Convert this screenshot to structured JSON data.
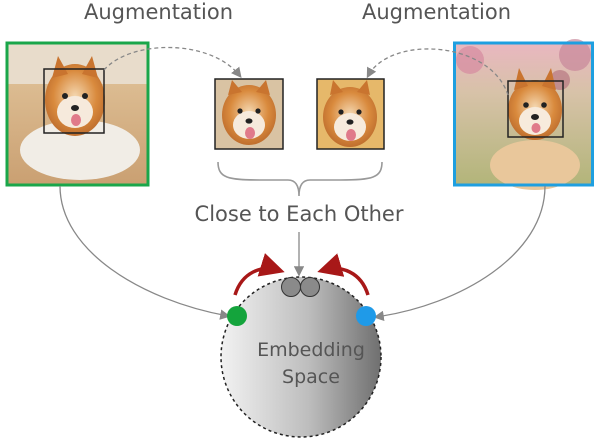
{
  "labels": {
    "augmentation_left": "Augmentation",
    "augmentation_right": "Augmentation",
    "close": "Close to Each Other",
    "embedding_line1": "Embedding",
    "embedding_line2": "Space"
  },
  "colors": {
    "left_frame": "#1aa64a",
    "right_frame": "#1e9fe0",
    "left_point": "#14a43c",
    "right_point": "#1f9ae8",
    "pull_arrows": "#a81818",
    "connectors": "#888888",
    "text": "#555555"
  },
  "images": {
    "left_photo": "shiba-inu-lying-photo",
    "right_photo": "shiba-inu-sitting-outdoor-photo",
    "crop_left": "shiba-face-crop",
    "crop_right": "shiba-face-crop"
  }
}
